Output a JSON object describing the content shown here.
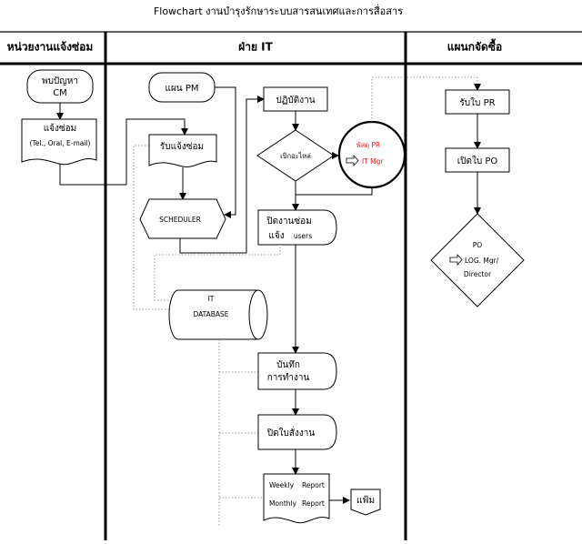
{
  "title": "Flowchart งานบำรุงรักษาระบบสารสนเทศและการสื่อสาร",
  "lanes": {
    "left": "หน่วยงานแจ้งซ่อม",
    "middle": "ฝ่าย IT",
    "right": "แผนกจัดซื้อ"
  },
  "nodes": {
    "found_problem": [
      "พบปัญหา",
      "CM"
    ],
    "report_repair": [
      "แจ้งซ่อม",
      "(Tel., Oral, E-mail)"
    ],
    "pm_plan": "แผน PM",
    "receive_repair": "รับแจ้งซ่อม",
    "scheduler": "SCHEDULER",
    "it_database": [
      "IT",
      "DATABASE"
    ],
    "operate": "ปฏิบัติงาน",
    "decision_parts": "เบิกอะไหล่",
    "parts_pr": "พัสดุ PR",
    "it_mgr": "IT Mgr",
    "close_job": [
      "ปิดงานซ่อม",
      "แจ้ง",
      "users"
    ],
    "record_work": [
      "บันทึก",
      "การทำงาน"
    ],
    "close_order": "ปิดใบสั่งงาน",
    "report": [
      "Weekly",
      "Report",
      "Monthly",
      "Report"
    ],
    "file": "แฟ้ม",
    "receive_pr": "รับใบ PR",
    "open_po": "เปิดใบ PO",
    "po_decision": [
      "PO",
      "LOG. Mgr/",
      "Director"
    ]
  }
}
